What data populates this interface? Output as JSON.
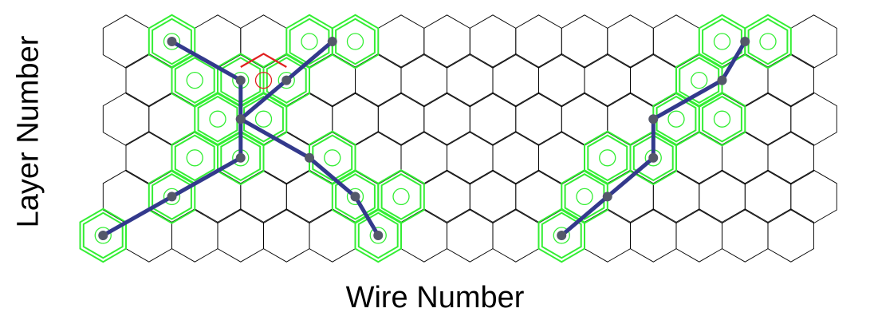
{
  "labels": {
    "x": "Wire Number",
    "y": "Layer Number"
  },
  "grid": {
    "layers": 6,
    "wires_per_layer": 17
  },
  "colors": {
    "cell_stroke": "#000000",
    "hit_cell": "#33ee33",
    "missed_cell": "#e02020",
    "track": "#33398c",
    "track_point": "#54586a"
  },
  "hit_cells": [
    [
      0,
      1
    ],
    [
      0,
      4
    ],
    [
      0,
      5
    ],
    [
      0,
      13
    ],
    [
      0,
      14
    ],
    [
      1,
      1
    ],
    [
      1,
      2
    ],
    [
      1,
      3
    ],
    [
      1,
      12
    ],
    [
      2,
      2
    ],
    [
      2,
      3
    ],
    [
      2,
      12
    ],
    [
      2,
      13
    ],
    [
      3,
      1
    ],
    [
      3,
      2
    ],
    [
      3,
      4
    ],
    [
      3,
      10
    ],
    [
      3,
      11
    ],
    [
      4,
      1
    ],
    [
      4,
      5
    ],
    [
      4,
      6
    ],
    [
      4,
      10
    ],
    [
      5,
      0
    ],
    [
      5,
      6
    ],
    [
      5,
      10
    ]
  ],
  "missed_cells": [
    [
      1,
      2.5
    ]
  ],
  "tracks": [
    {
      "points": [
        [
          0,
          1
        ],
        [
          1,
          2
        ],
        [
          2,
          2.5
        ],
        [
          3,
          3.5
        ],
        [
          4,
          5
        ],
        [
          5,
          6
        ]
      ]
    },
    {
      "points": [
        [
          5,
          0
        ],
        [
          4,
          1
        ],
        [
          3,
          2
        ],
        [
          2,
          2.5
        ],
        [
          1,
          3
        ],
        [
          0,
          4.5
        ]
      ]
    },
    {
      "points": [
        [
          5,
          10
        ],
        [
          4,
          10.5
        ],
        [
          3,
          11
        ],
        [
          2,
          11.5
        ],
        [
          1,
          12.5
        ],
        [
          0,
          13.5
        ]
      ]
    }
  ]
}
